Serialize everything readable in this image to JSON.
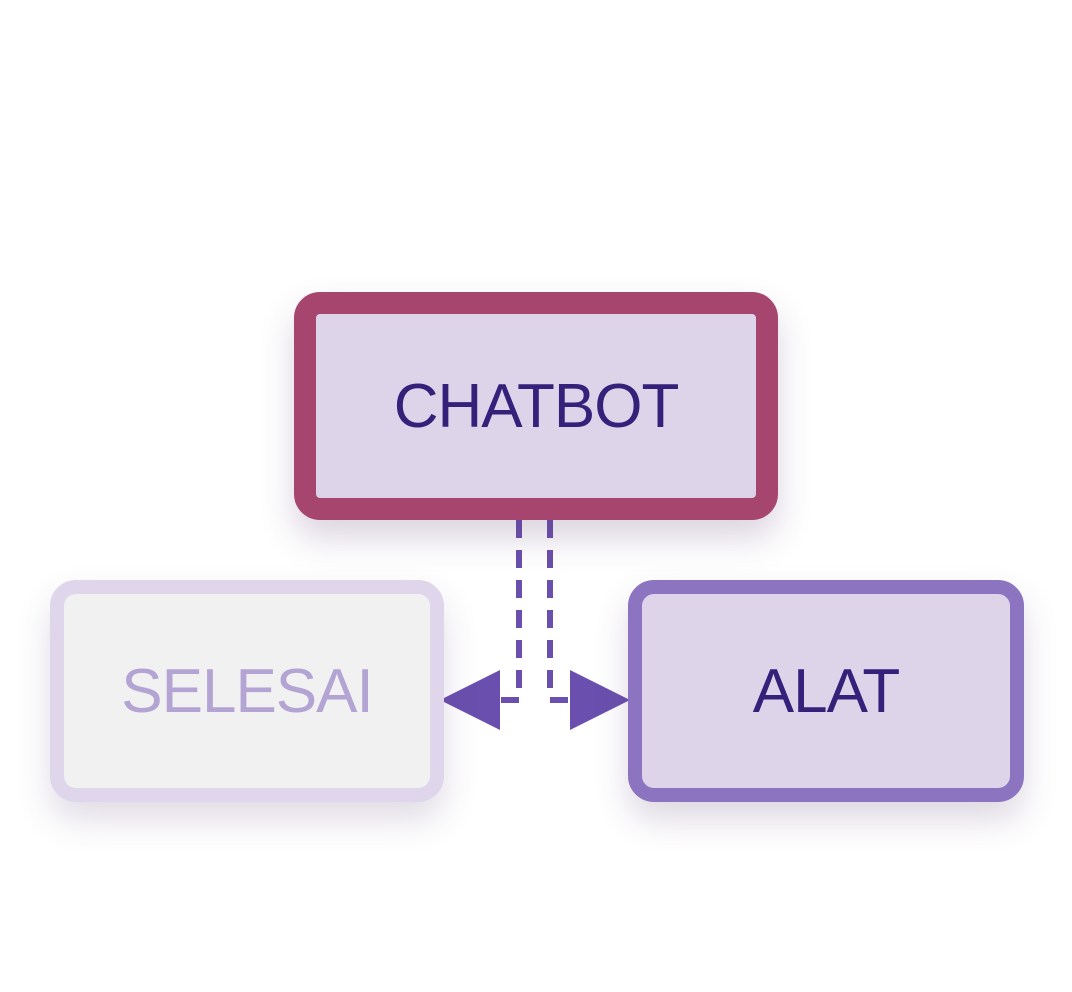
{
  "diagram": {
    "nodes": {
      "chatbot": {
        "label": "CHATBOT"
      },
      "selesai": {
        "label": "SELESAI"
      },
      "alat": {
        "label": "ALAT"
      }
    },
    "edges": [
      {
        "from": "chatbot",
        "to": "selesai",
        "style": "dashed"
      },
      {
        "from": "chatbot",
        "to": "alat",
        "style": "dashed"
      }
    ],
    "colors": {
      "chatbot_border": "#a6466f",
      "chatbot_fill": "#ddd4ea",
      "alat_border": "#8c74c0",
      "selesai_border": "#dfd6ec",
      "text_dark": "#35207a",
      "text_faded": "#b3a4d3",
      "connector": "#6a4fae"
    }
  }
}
